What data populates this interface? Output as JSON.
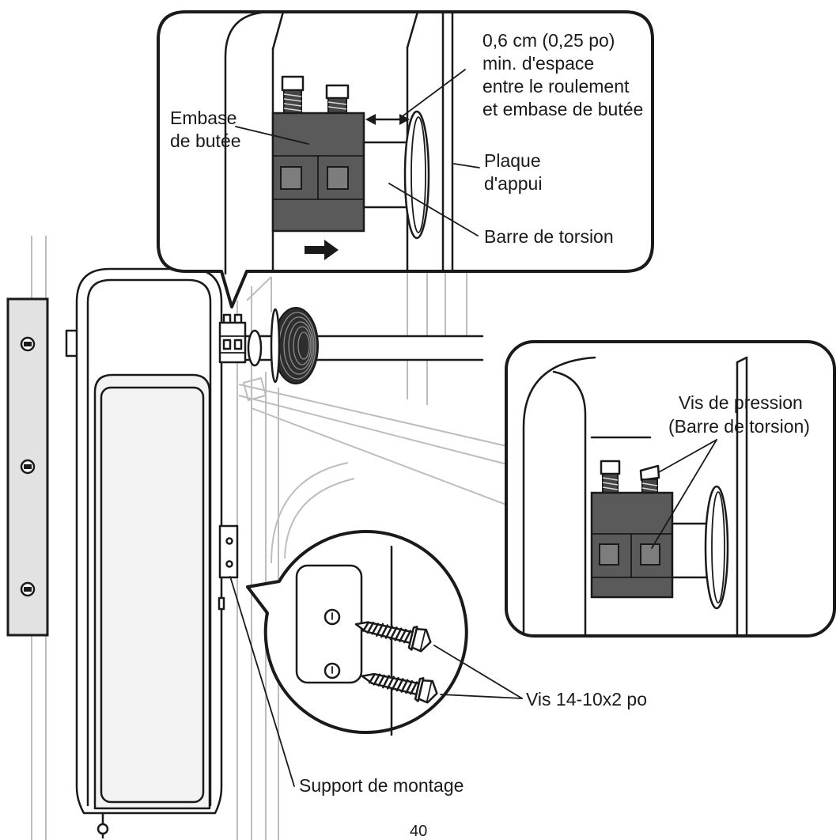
{
  "labels": {
    "clearance": [
      "0,6 cm (0,25 po)",
      "min. d'espace",
      "entre le roulement",
      "et embase de butée"
    ],
    "collar": [
      "Embase",
      "de butée"
    ],
    "bearing_plate": [
      "Plaque",
      "d'appui"
    ],
    "torsion_bar": "Barre de torsion",
    "set_screws": [
      "Vis de pression",
      "(Barre de torsion)"
    ],
    "screws": "Vis 14-10x2 po",
    "mounting_bracket": "Support de montage"
  },
  "page_number": "40",
  "colors": {
    "ink": "#1a1a1a",
    "collar": "#5a5a5a",
    "drum": "#2e2e2e",
    "background_lines": "#bdbdbd",
    "panel": "#f3f3f3",
    "rail": "#e2e2e2"
  }
}
